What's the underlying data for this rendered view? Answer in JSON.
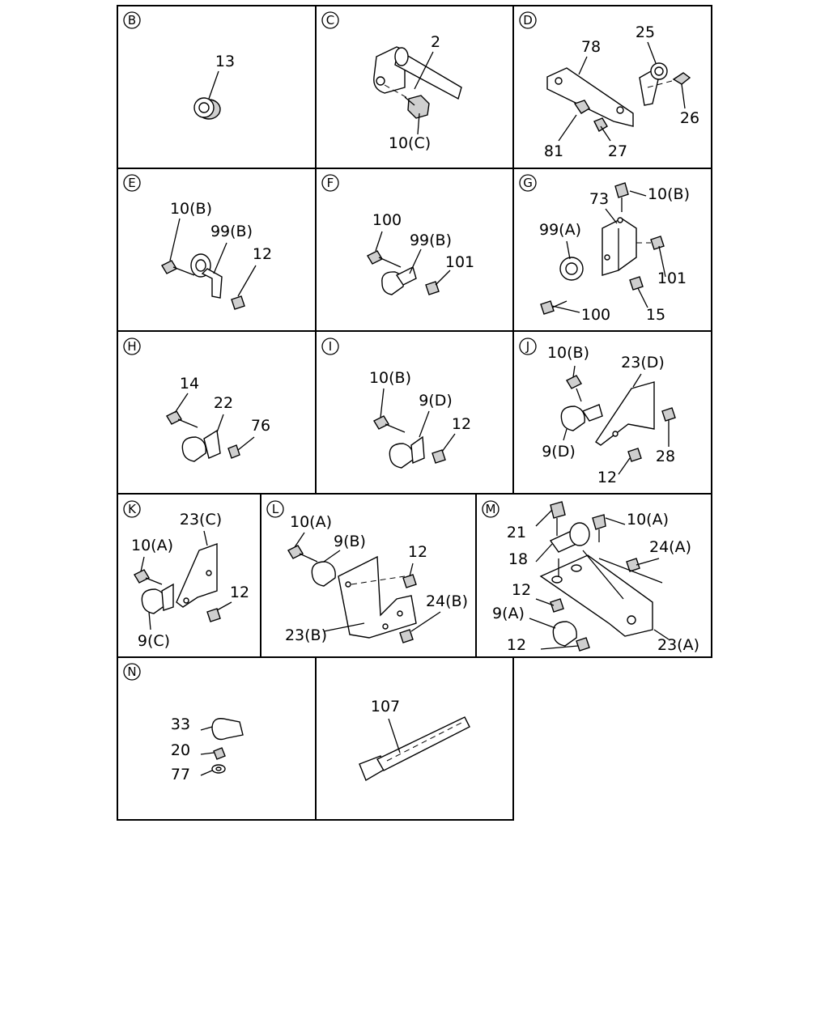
{
  "cells": [
    {
      "id": "B",
      "callouts": [
        "13"
      ]
    },
    {
      "id": "C",
      "callouts": [
        "2",
        "10(C)"
      ]
    },
    {
      "id": "D",
      "callouts": [
        "78",
        "25",
        "26",
        "81",
        "27"
      ]
    },
    {
      "id": "E",
      "callouts": [
        "10(B)",
        "99(B)",
        "12"
      ]
    },
    {
      "id": "F",
      "callouts": [
        "100",
        "99(B)",
        "101"
      ]
    },
    {
      "id": "G",
      "callouts": [
        "73",
        "10(B)",
        "99(A)",
        "101",
        "100",
        "15"
      ]
    },
    {
      "id": "H",
      "callouts": [
        "14",
        "22",
        "76"
      ]
    },
    {
      "id": "I",
      "callouts": [
        "10(B)",
        "9(D)",
        "12"
      ]
    },
    {
      "id": "J",
      "callouts": [
        "10(B)",
        "23(D)",
        "9(D)",
        "28",
        "12"
      ]
    },
    {
      "id": "K",
      "callouts": [
        "23(C)",
        "10(A)",
        "12",
        "9(C)"
      ]
    },
    {
      "id": "L",
      "callouts": [
        "10(A)",
        "9(B)",
        "12",
        "24(B)",
        "23(B)"
      ]
    },
    {
      "id": "M",
      "callouts": [
        "21",
        "10(A)",
        "24(A)",
        "18",
        "12",
        "9(A)",
        "12",
        "23(A)"
      ]
    },
    {
      "id": "N",
      "callouts": [
        "33",
        "20",
        "77"
      ]
    },
    {
      "id": "",
      "callouts": [
        "107"
      ]
    }
  ]
}
